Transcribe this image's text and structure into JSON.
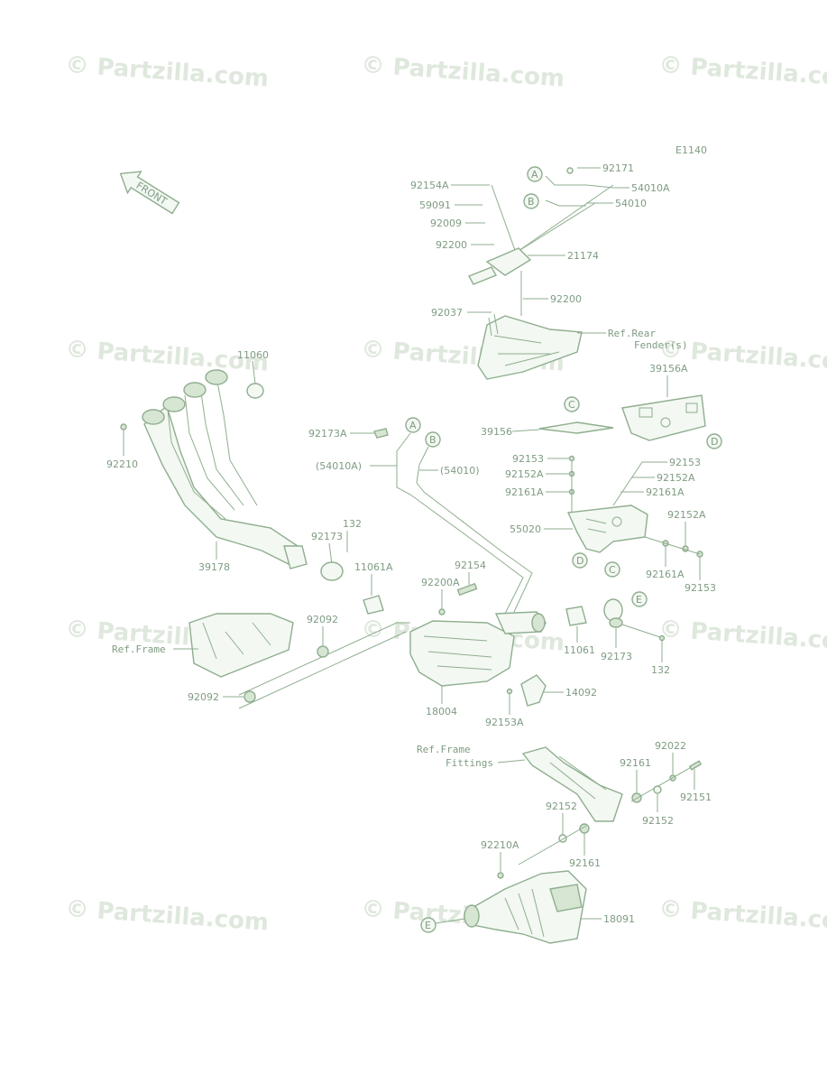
{
  "diagram_id": "E1140",
  "watermark": "© Partzilla.com",
  "front_label": "FRONT",
  "callouts": [
    "A",
    "B",
    "A",
    "B",
    "C",
    "D",
    "C",
    "D",
    "E",
    "E"
  ],
  "parts": [
    "92171",
    "54010A",
    "54010",
    "92154A",
    "59091",
    "92009",
    "92200",
    "21174",
    "92200",
    "92037",
    "11060",
    "92210",
    "39156A",
    "39156",
    "92173A",
    "(54010A)",
    "(54010)",
    "92153",
    "92152A",
    "92161A",
    "92153",
    "92152A",
    "92161A",
    "55020",
    "92152A",
    "92161A",
    "92153",
    "132",
    "92173",
    "11061A",
    "39178",
    "92154",
    "92200A",
    "92092",
    "92092",
    "11061",
    "92173",
    "132",
    "14092",
    "18004",
    "92153A",
    "92022",
    "92161",
    "92151",
    "92152",
    "92152",
    "92210A",
    "92161",
    "18091"
  ],
  "refs": [
    "Ref.Rear",
    "Fender(s)",
    "Ref.Frame",
    "Ref.Frame",
    "Fittings"
  ],
  "colors": {
    "ink": "#8fae8f",
    "text": "#7f9c82",
    "watermark": "#dfe8dd"
  }
}
